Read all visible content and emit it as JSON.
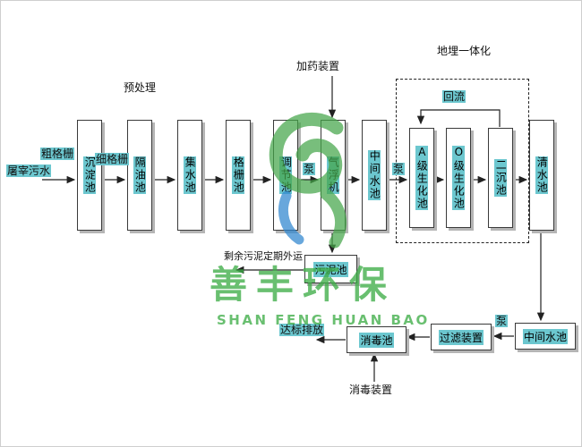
{
  "diagram": {
    "influent": "屠宰污水",
    "labels": {
      "coarse_screen": "粗格栅",
      "fine_screen": "细格栅",
      "pretreatment": "预处理",
      "dosing_device": "加药装置",
      "buried_integration": "地埋一体化",
      "reflux": "回流",
      "pump_1": "泵",
      "pump_2": "泵",
      "pump_3": "泵",
      "sludge_note": "剩余污泥定期外运",
      "discharge": "达标排放",
      "disinfection_device": "消毒装置"
    },
    "tanks": [
      {
        "label": "沉淀池"
      },
      {
        "label": "隔油池"
      },
      {
        "label": "集水池"
      },
      {
        "label": "格栅池"
      },
      {
        "label": "调节池"
      },
      {
        "label": "气浮机"
      },
      {
        "label": "中间水池"
      },
      {
        "label": "A级生化池"
      },
      {
        "label": "O级生化池"
      },
      {
        "label": "二沉池"
      },
      {
        "label": "清水池"
      }
    ],
    "process_boxes": [
      {
        "label": "污泥池"
      },
      {
        "label": "中间水池"
      },
      {
        "label": "过滤装置"
      },
      {
        "label": "消毒池"
      }
    ]
  },
  "watermark": {
    "cn": "善丰环保",
    "en": "SHAN FENG HUAN BAO"
  },
  "colors": {
    "text_highlight": "#6cc7cf",
    "brand_green": "#3fae49",
    "brand_blue": "#2e86d0",
    "box_shadow": "#b5b5b5"
  }
}
